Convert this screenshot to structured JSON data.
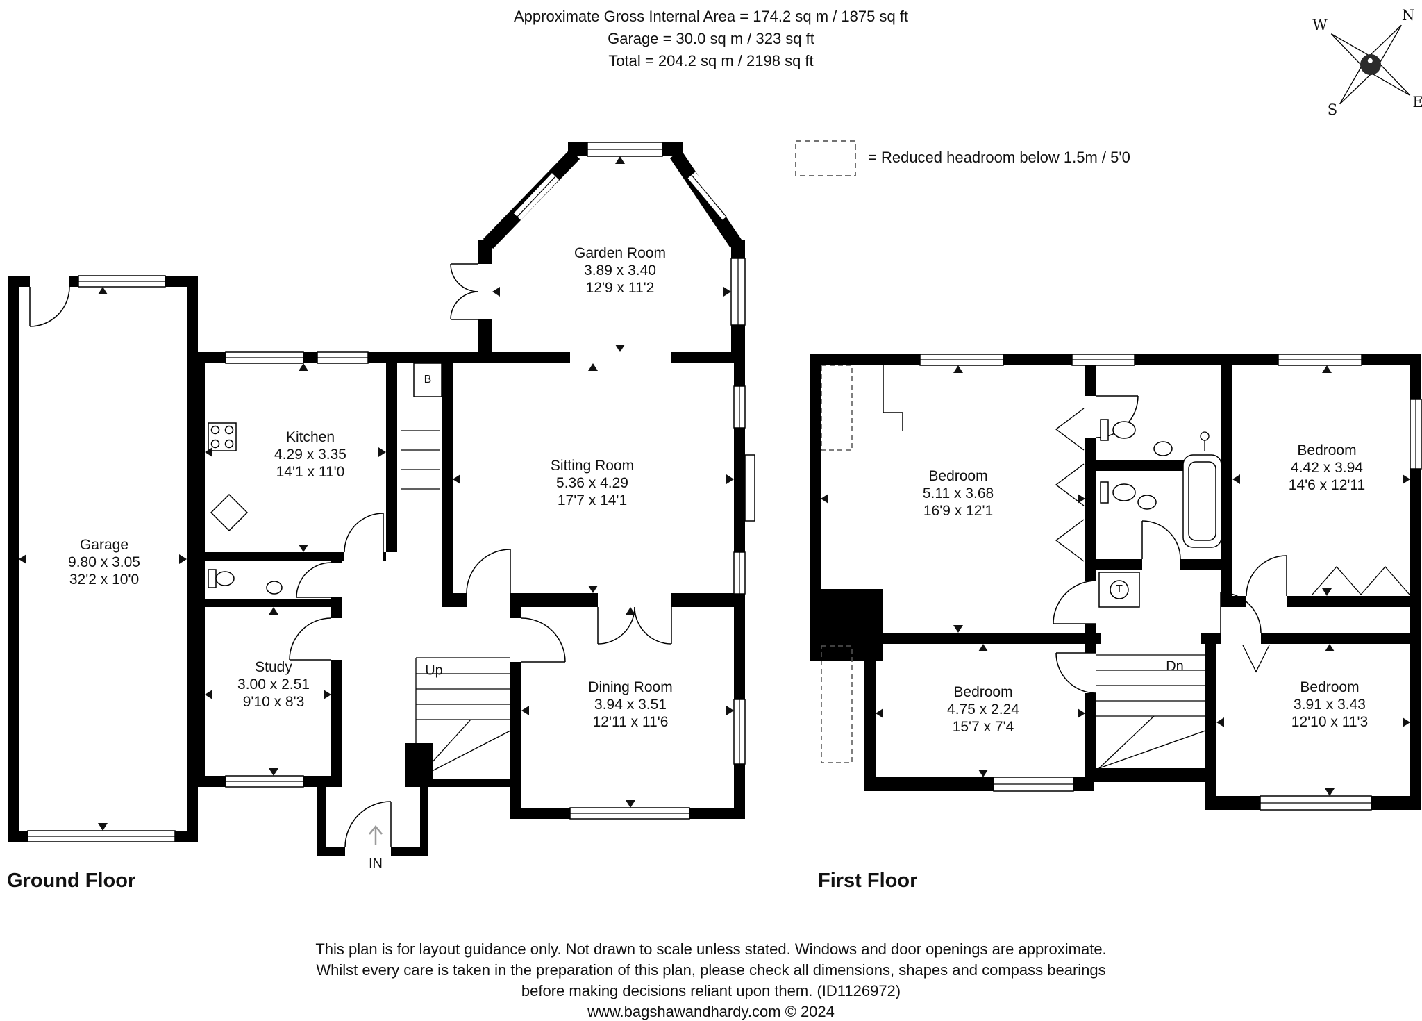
{
  "header": {
    "line1": "Approximate Gross Internal Area = 174.2 sq m / 1875 sq ft",
    "line2": "Garage = 30.0 sq m / 323 sq ft",
    "line3": "Total = 204.2 sq m / 2198 sq ft"
  },
  "legend": {
    "text": "= Reduced headroom below 1.5m / 5'0"
  },
  "compass": {
    "n": "N",
    "s": "S",
    "e": "E",
    "w": "W"
  },
  "floors": {
    "ground": {
      "label": "Ground Floor",
      "rooms": {
        "garage": {
          "name": "Garage",
          "metric": "9.80 x 3.05",
          "imperial": "32'2 x 10'0"
        },
        "kitchen": {
          "name": "Kitchen",
          "metric": "4.29 x 3.35",
          "imperial": "14'1 x 11'0"
        },
        "garden_room": {
          "name": "Garden Room",
          "metric": "3.89 x 3.40",
          "imperial": "12'9 x 11'2"
        },
        "sitting_room": {
          "name": "Sitting Room",
          "metric": "5.36 x 4.29",
          "imperial": "17'7 x 14'1"
        },
        "study": {
          "name": "Study",
          "metric": "3.00 x 2.51",
          "imperial": "9'10 x 8'3"
        },
        "dining_room": {
          "name": "Dining Room",
          "metric": "3.94 x 3.51",
          "imperial": "12'11 x 11'6"
        }
      },
      "annotations": {
        "up": "Up",
        "entrance": "IN",
        "boiler": "B"
      }
    },
    "first": {
      "label": "First Floor",
      "rooms": {
        "bedroom1": {
          "name": "Bedroom",
          "metric": "5.11 x 3.68",
          "imperial": "16'9 x 12'1"
        },
        "bedroom2": {
          "name": "Bedroom",
          "metric": "4.42 x 3.94",
          "imperial": "14'6 x 12'11"
        },
        "bedroom3": {
          "name": "Bedroom",
          "metric": "4.75 x 2.24",
          "imperial": "15'7 x 7'4"
        },
        "bedroom4": {
          "name": "Bedroom",
          "metric": "3.91 x 3.43",
          "imperial": "12'10 x 11'3"
        }
      },
      "annotations": {
        "down": "Dn",
        "tank": "T"
      }
    }
  },
  "footer": {
    "line1": "This plan is for layout guidance only. Not drawn to scale unless stated. Windows and door openings are approximate.",
    "line2": "Whilst every care is taken in the preparation of this plan, please check all dimensions, shapes and compass bearings",
    "line3": "before making decisions reliant upon them. (ID1126972)",
    "line4": "www.bagshawandhardy.com © 2024"
  }
}
